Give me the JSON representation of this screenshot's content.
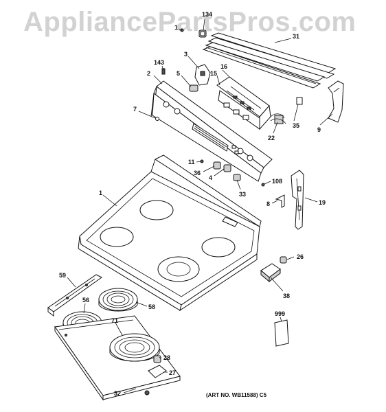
{
  "watermark": "AppliancePartsPros.com",
  "art_number": "(ART NO. WB11588) C5",
  "callouts": {
    "c1": "1",
    "c2": "2",
    "c3": "3",
    "c4": "4",
    "c5": "5",
    "c7": "7",
    "c8": "8",
    "c9": "9",
    "c11": "11",
    "c15": "15",
    "c16": "16",
    "c19": "19",
    "c22": "22",
    "c26": "26",
    "c27": "27",
    "c28": "28",
    "c31": "31",
    "c32": "32",
    "c33": "33",
    "c35": "35",
    "c36": "36",
    "c38": "38",
    "c56": "56",
    "c58": "58",
    "c59": "59",
    "c71": "71",
    "c108": "108",
    "c134": "134",
    "c143": "143",
    "c999": "999"
  }
}
